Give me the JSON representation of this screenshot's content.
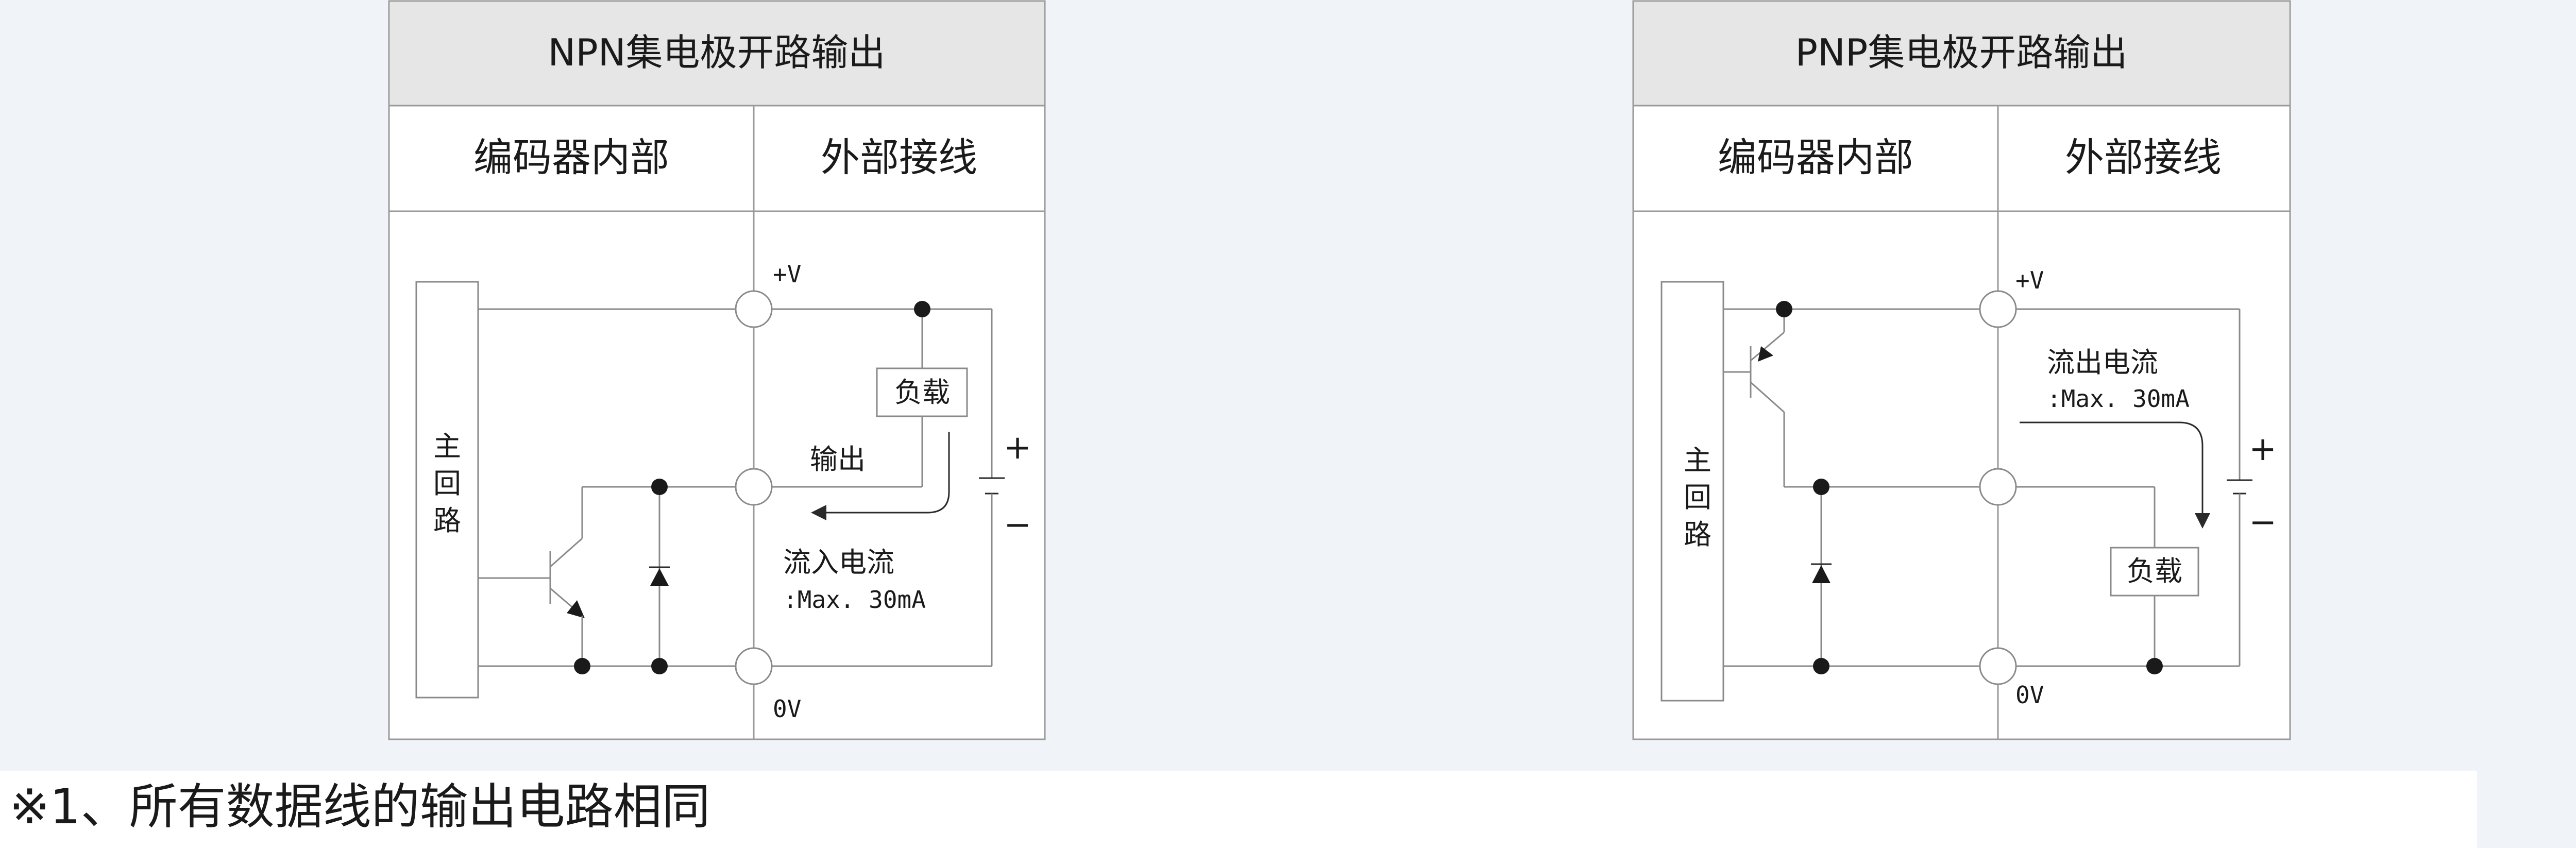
{
  "diagrams": [
    {
      "id": "npn",
      "title": "NPN集电极开路输出",
      "col_internal": "编码器内部",
      "col_external": "外部接线",
      "main_circuit": "主回路",
      "plus_v": "+V",
      "zero_v": "0V",
      "load": "负载",
      "output": "输出",
      "current_name": "流入电流",
      "current_max": ":Max. 30mA",
      "plus": "+",
      "minus": "−"
    },
    {
      "id": "pnp",
      "title": "PNP集电极开路输出",
      "col_internal": "编码器内部",
      "col_external": "外部接线",
      "main_circuit": "主回路",
      "plus_v": "+V",
      "zero_v": "0V",
      "load": "负载",
      "current_name": "流出电流",
      "current_max": ":Max. 30mA",
      "plus": "+",
      "minus": "−"
    }
  ],
  "footnote": "※1、所有数据线的输出电路相同"
}
